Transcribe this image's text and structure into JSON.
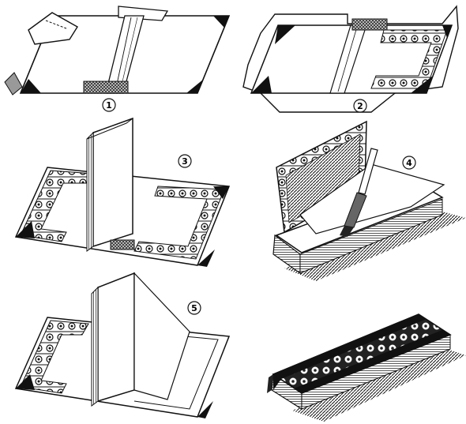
{
  "figure": {
    "steps": [
      {
        "id": 1,
        "label": "1"
      },
      {
        "id": 2,
        "label": "2"
      },
      {
        "id": 3,
        "label": "3"
      },
      {
        "id": 4,
        "label": "4"
      },
      {
        "id": 5,
        "label": "5"
      },
      {
        "id": 6,
        "label": ""
      }
    ]
  }
}
